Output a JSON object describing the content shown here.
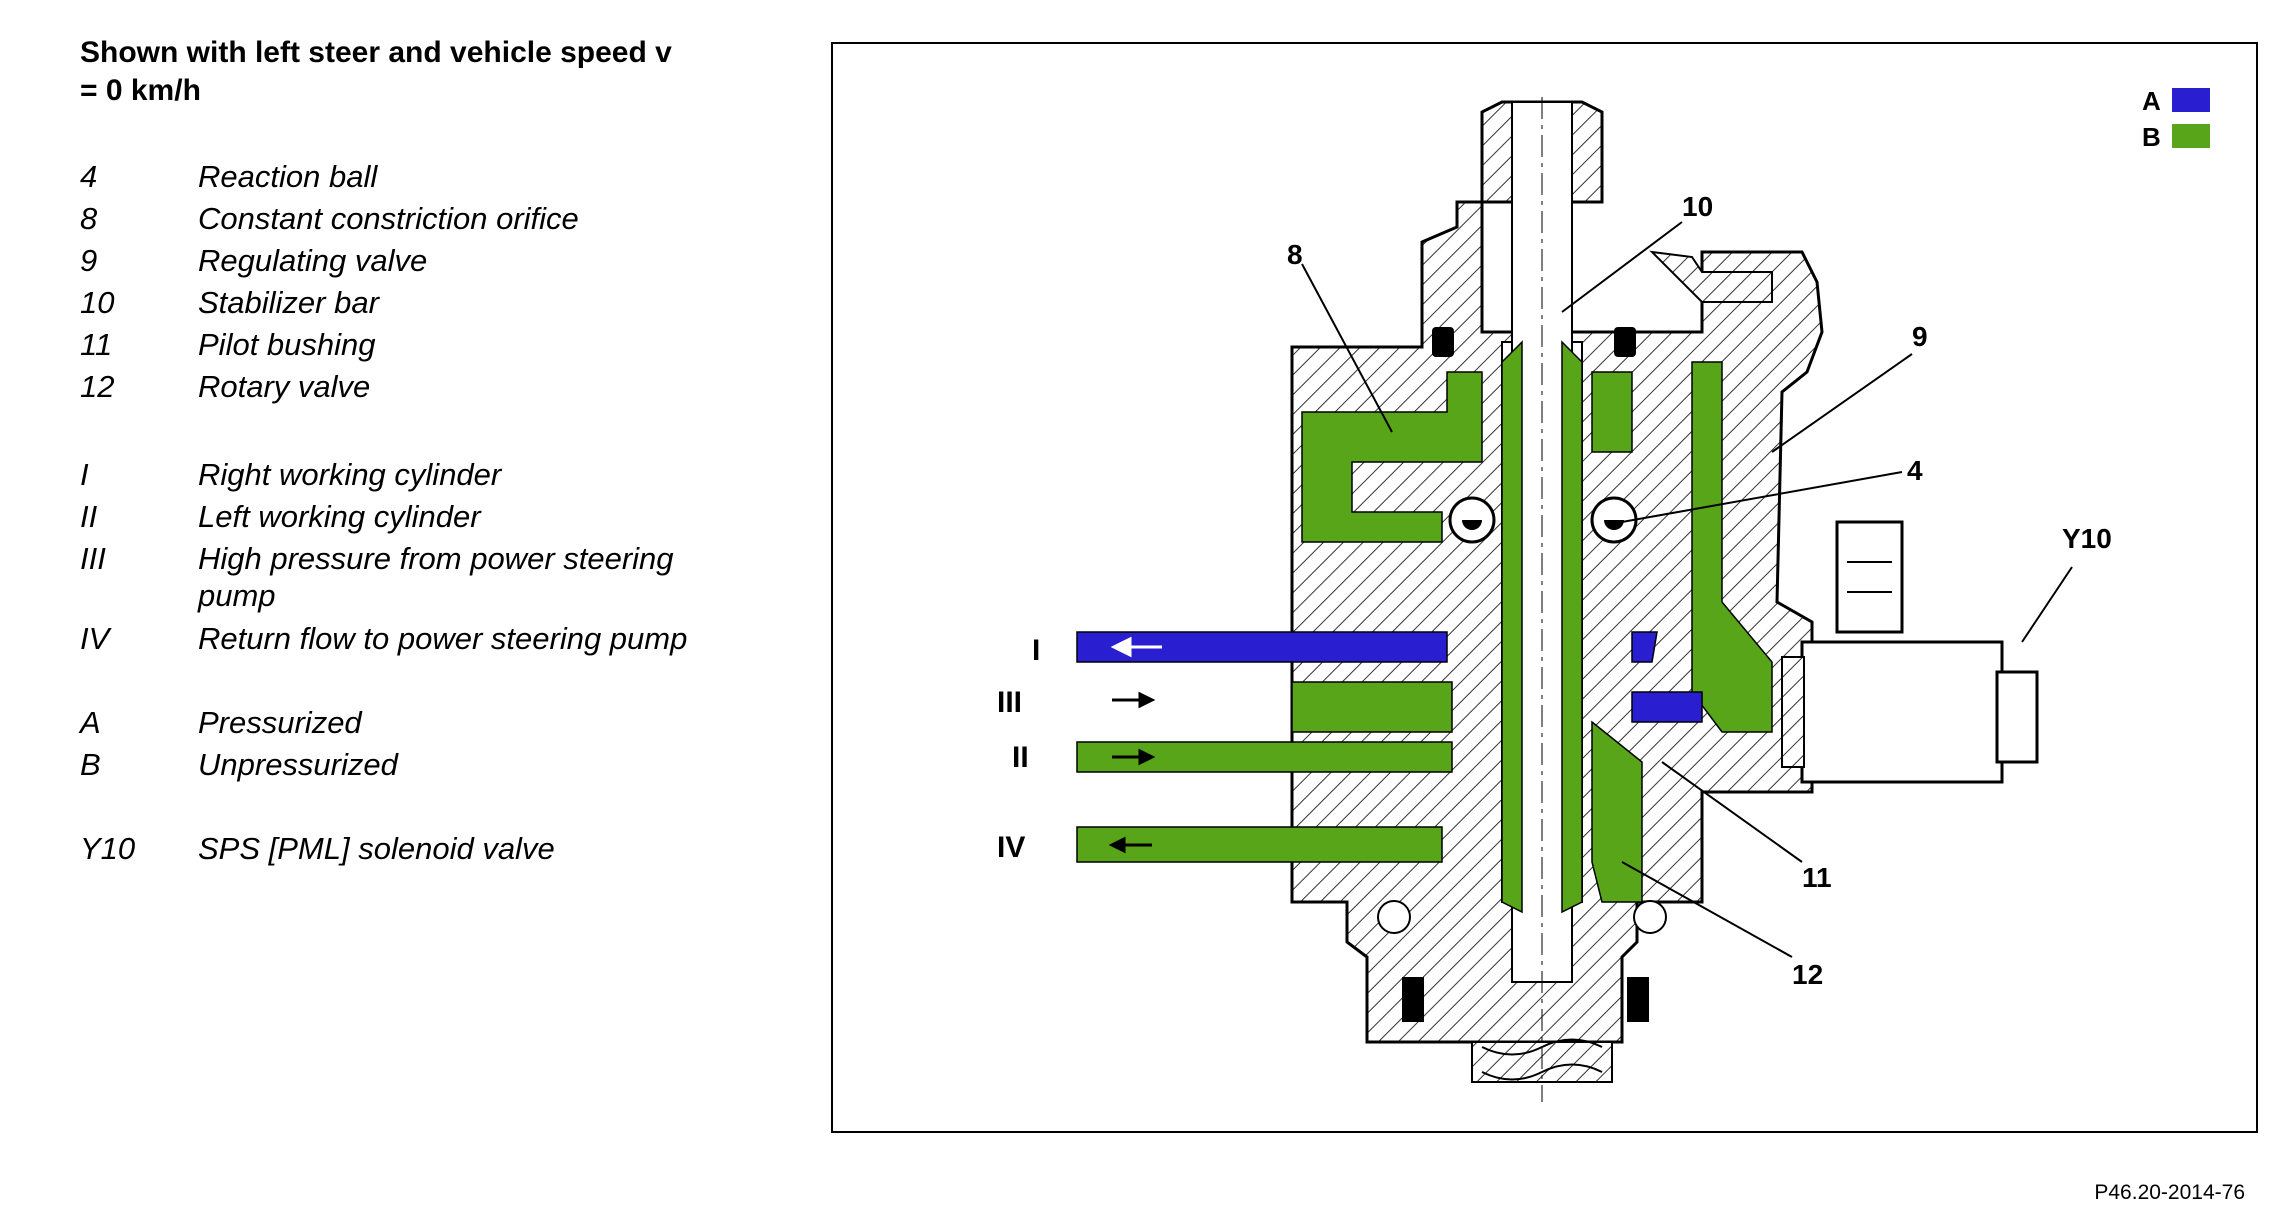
{
  "title": "Shown with left steer and vehicle speed v\n = 0 km/h",
  "legend": [
    {
      "code": "4",
      "desc": "Reaction ball"
    },
    {
      "code": "8",
      "desc": "Constant constriction orifice"
    },
    {
      "code": "9",
      "desc": "Regulating valve"
    },
    {
      "code": "10",
      "desc": "Stabilizer bar"
    },
    {
      "code": "11",
      "desc": "Pilot bushing"
    },
    {
      "code": "12",
      "desc": "Rotary valve"
    },
    {
      "code": "I",
      "desc": "Right working cylinder"
    },
    {
      "code": "II",
      "desc": "Left working cylinder"
    },
    {
      "code": "III",
      "desc": "High pressure from power steering pump"
    },
    {
      "code": "IV",
      "desc": "Return flow to power steering pump"
    },
    {
      "code": "A",
      "desc": "Pressurized"
    },
    {
      "code": "B",
      "desc": "Unpressurized"
    },
    {
      "code": "Y10",
      "desc": "SPS [PML] solenoid valve"
    }
  ],
  "diagram": {
    "key": [
      {
        "label": "A",
        "color": "#2a1fd0"
      },
      {
        "label": "B",
        "color": "#58a51a"
      }
    ],
    "callouts": {
      "n4": "4",
      "n8": "8",
      "n9": "9",
      "n10": "10",
      "n11": "11",
      "n12": "12",
      "y10": "Y10"
    },
    "ports": {
      "I": "I",
      "III": "III",
      "II": "II",
      "IV": "IV"
    }
  },
  "reference": "P46.20-2014-76",
  "colors": {
    "pressurized": "#2a1fd0",
    "unpressurized": "#58a51a",
    "hatch": "#333333"
  }
}
